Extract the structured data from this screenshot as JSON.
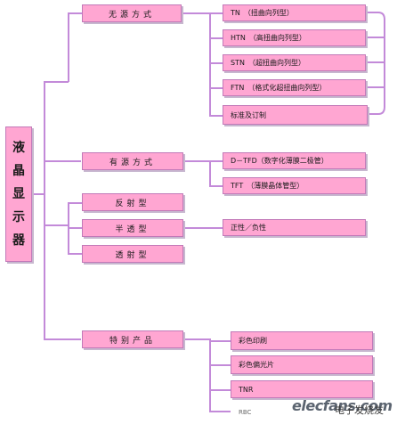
{
  "root": {
    "label": "液晶显示器",
    "chars": [
      "液",
      "晶",
      "显",
      "示",
      "器"
    ]
  },
  "groups": {
    "passive": {
      "label": "无源方式",
      "items": [
        "TN　（扭曲向列型）",
        "HTN　（高扭曲向列型）",
        "STN　（超扭曲向列型）",
        "FTN　（格式化超扭曲向列型）"
      ],
      "standard": "标准及订制"
    },
    "active": {
      "label": "有源方式",
      "items": [
        "D－TFD（数字化薄膜二极管）",
        "TFT　（薄膜晶体管型）"
      ]
    },
    "reflect": {
      "types": [
        "反射型",
        "半透型",
        "透射型"
      ],
      "polarity": "正性／负性"
    },
    "special": {
      "label": "特别产品",
      "items": [
        "彩色印刷",
        "彩色偏光片",
        "TNR"
      ],
      "cut_label": "RBC"
    }
  },
  "watermark": {
    "brand": "elecfans.com",
    "text": "电子发烧友"
  },
  "colors": {
    "box_fill": "#ffa6d2",
    "box_border": "#c279b8",
    "connector": "#c38ad9",
    "shadow": "#c7b7cf"
  }
}
